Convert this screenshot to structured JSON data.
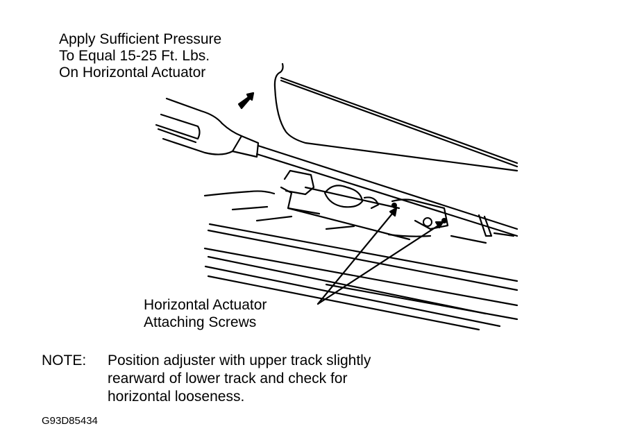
{
  "callout_pressure": {
    "lines": [
      "Apply Sufficient Pressure",
      "To Equal 15-25 Ft. Lbs.",
      "On Horizontal Actuator"
    ]
  },
  "callout_screws": {
    "lines": [
      "Horizontal Actuator",
      "Attaching Screws"
    ]
  },
  "note": {
    "label": "NOTE:",
    "lines": [
      "Position adjuster with upper track slightly",
      "rearward of lower track and check for",
      "horizontal looseness."
    ]
  },
  "figure_id": "G93D85434"
}
